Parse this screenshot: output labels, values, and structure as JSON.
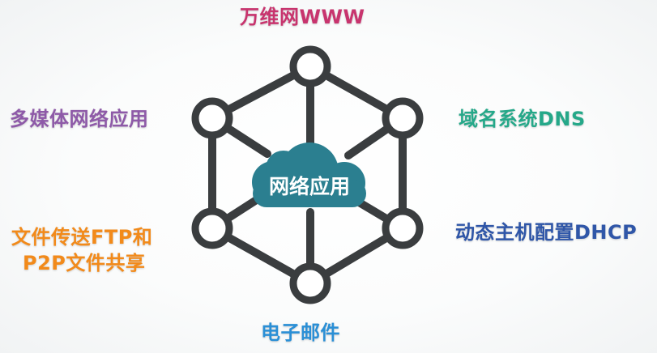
{
  "center_label": "网络应用",
  "labels": {
    "top": "万维网WWW",
    "left_upper": "多媒体网络应用",
    "right_upper": "域名系统DNS",
    "left_lower_line1": "文件传送FTP和",
    "left_lower_line2": "P2P文件共享",
    "right_lower": "动态主机配置DHCP",
    "bottom": "电子邮件"
  },
  "colors": {
    "top": "#c8346e",
    "left_upper": "#8e5aa8",
    "right_upper": "#25a889",
    "left_lower": "#f28a1a",
    "right_lower": "#2f56a8",
    "bottom": "#2a8fd6",
    "cloud": "#2b7f90",
    "network": "#3a3d3f"
  }
}
